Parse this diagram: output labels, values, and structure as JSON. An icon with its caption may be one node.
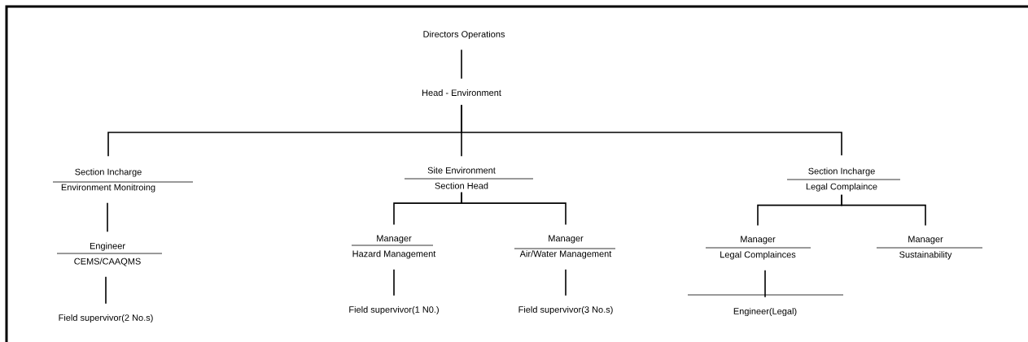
{
  "diagram": {
    "nodes": [
      {
        "text": [
          "Directors Operations"
        ]
      },
      {
        "text": [
          "Head - Environment"
        ]
      },
      {
        "text": [
          "Section Incharge",
          "Environment Monitroing"
        ]
      },
      {
        "text": [
          "Site Environment",
          "Section Head"
        ]
      },
      {
        "text": [
          "Section Incharge",
          "Legal Complaince"
        ]
      },
      {
        "text": [
          "Engineer",
          "CEMS/CAAQMS"
        ]
      },
      {
        "text": [
          "Field supervivor(2 No.s)"
        ]
      },
      {
        "text": [
          "Manager",
          "Hazard Management"
        ]
      },
      {
        "text": [
          "Field supervivor(1 N0.)"
        ]
      },
      {
        "text": [
          "Manager",
          "Air/Water Management"
        ]
      },
      {
        "text": [
          "Field supervivor(3 No.s)"
        ]
      },
      {
        "text": [
          "Manager",
          "Legal Complainces"
        ]
      },
      {
        "text": [
          "Engineer(Legal)"
        ]
      },
      {
        "text": [
          "Manager",
          "Sustainability"
        ]
      }
    ],
    "edges": [
      {
        "from": 0,
        "to": 1,
        "arrow": "none"
      },
      {
        "from": 1,
        "to": 2,
        "arrow": "none"
      },
      {
        "from": 1,
        "to": 3,
        "arrow": "none"
      },
      {
        "from": 1,
        "to": 4,
        "arrow": "none"
      },
      {
        "from": 2,
        "to": 5,
        "arrow": "none"
      },
      {
        "from": 5,
        "to": 6,
        "arrow": "none"
      },
      {
        "from": 3,
        "to": 7,
        "arrow": "none"
      },
      {
        "from": 3,
        "to": 9,
        "arrow": "none"
      },
      {
        "from": 7,
        "to": 8,
        "arrow": "none"
      },
      {
        "from": 9,
        "to": 10,
        "arrow": "none"
      },
      {
        "from": 4,
        "to": 11,
        "arrow": "none"
      },
      {
        "from": 4,
        "to": 13,
        "arrow": "none"
      },
      {
        "from": 11,
        "to": 12,
        "arrow": "none"
      }
    ]
  }
}
